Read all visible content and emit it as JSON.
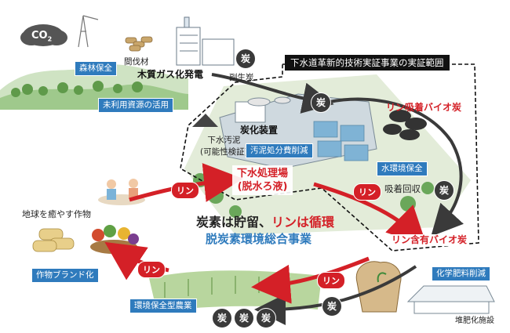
{
  "labels": {
    "co2": "CO",
    "co2_sub": "2",
    "forest": "森林保全",
    "thinned_wood": "間伐材",
    "gasification": "木質ガス化発電",
    "byproduct": "副生炭",
    "unused": "未利用資源の活用",
    "scope_title": "下水道革新的技術実証事業の実証範囲",
    "carbonizer": "炭化装置",
    "sludge": "下水汚泥",
    "sludge_note": "(可能性検証)",
    "sludge_reduce": "汚泥処分費削減",
    "p_biochar": "リン吸着バイオ炭",
    "water_env": "水環境保全",
    "adsorption": "吸着回収",
    "sewage_line1": "下水処理場",
    "sewage_line2": "(脱水ろ液)",
    "crops": "地球を癒やす作物",
    "center_line1_a": "炭素は貯留、",
    "center_line1_b": "リンは循環",
    "center_line2": "脱炭素環境総合事業",
    "p_rich": "リン含有バイオ炭",
    "brand": "作物ブランド化",
    "fertilizer": "化学肥料削減",
    "farming": "環境保全型農業",
    "compost": "堆肥化施設"
  },
  "bubbles": {
    "charcoal": "炭",
    "rin": "リン"
  },
  "colors": {
    "blue": "#2f7bbd",
    "red": "#d42027",
    "dark": "#3a3a3a"
  }
}
